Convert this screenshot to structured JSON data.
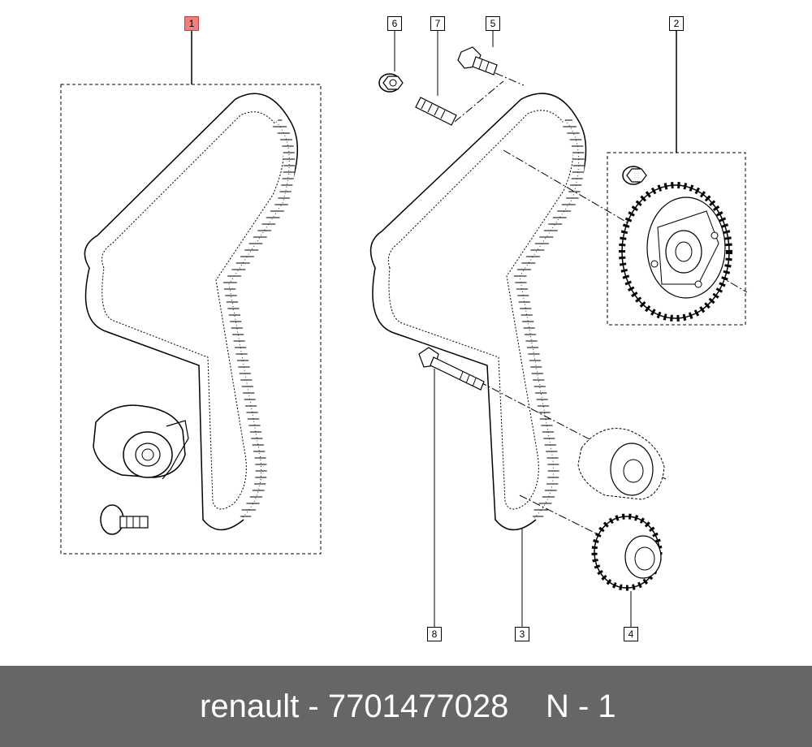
{
  "callouts": {
    "c1": "1",
    "c2": "2",
    "c3": "3",
    "c4": "4",
    "c5": "5",
    "c6": "6",
    "c7": "7",
    "c8": "8"
  },
  "footer": {
    "brand_part": "renault - 7701477028",
    "page_ref": "N - 1",
    "background": "#666666",
    "text_color": "#ffffff"
  },
  "colors": {
    "line": "#000000",
    "highlight": "#f08080"
  }
}
